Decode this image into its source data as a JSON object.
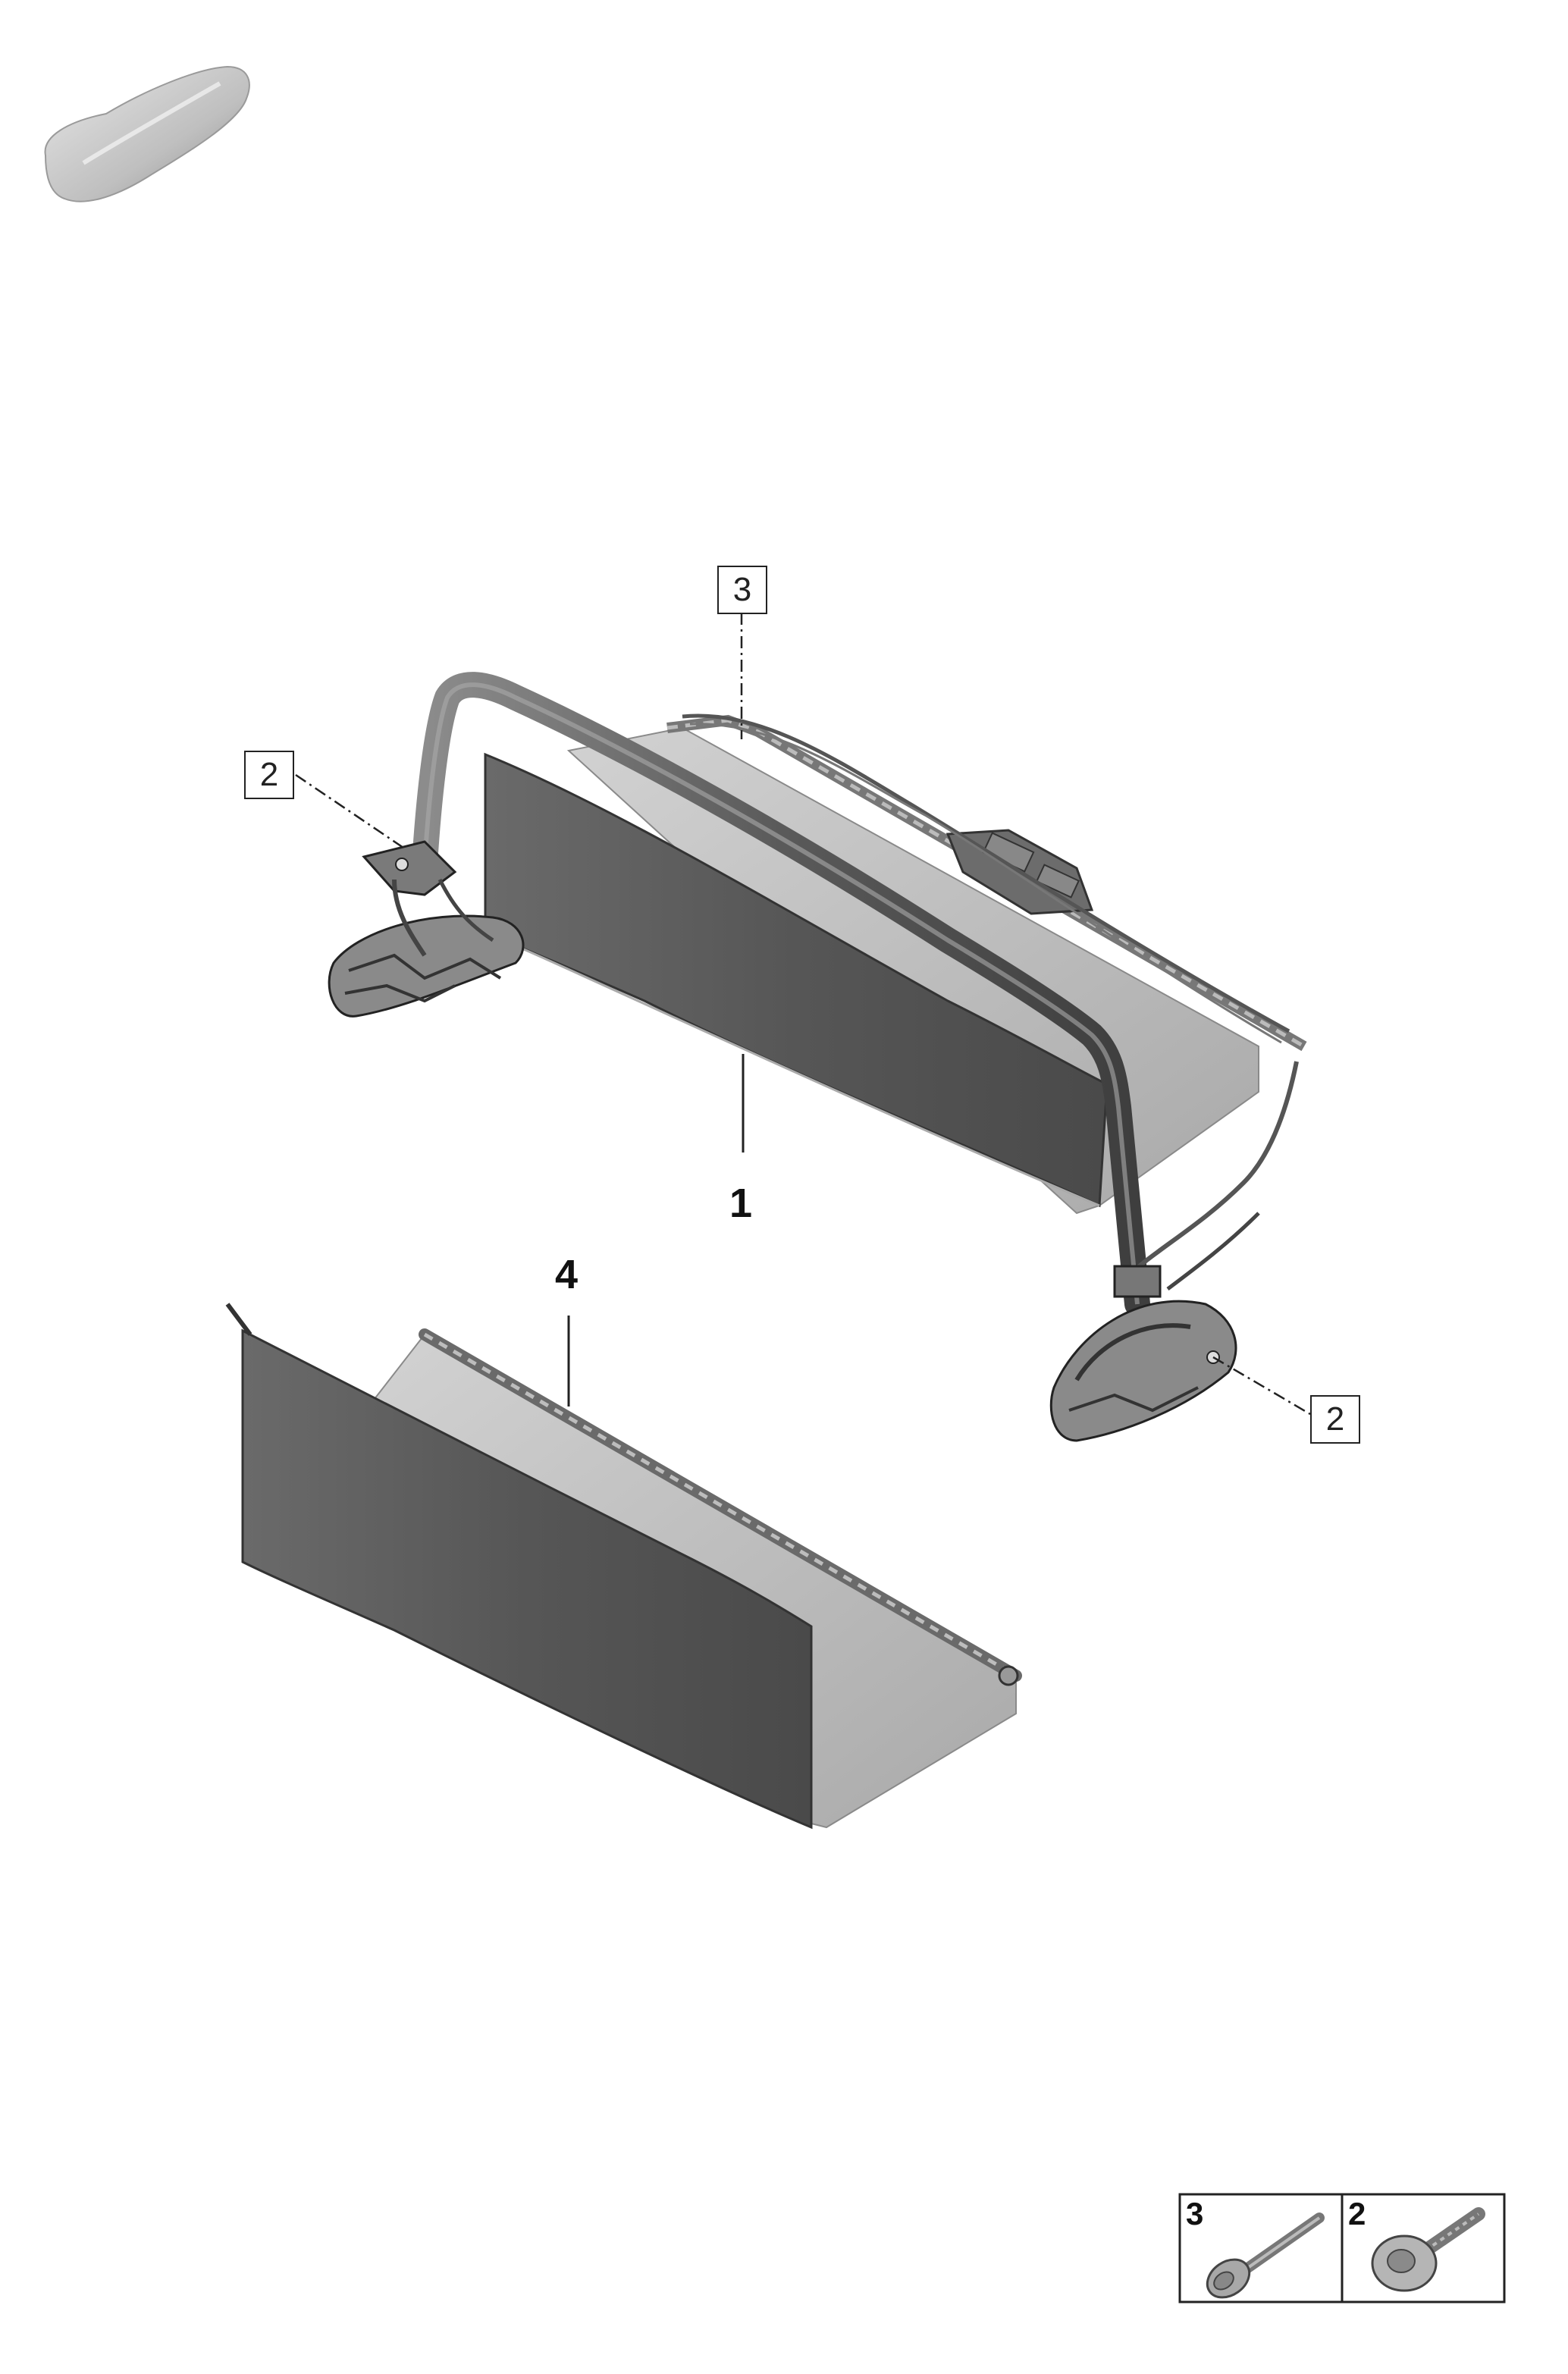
{
  "callouts": {
    "part1": "1",
    "part2_left": "2",
    "part2_right": "2",
    "part3": "3",
    "part4": "4"
  },
  "legend": {
    "item_a_number": "3",
    "item_b_number": "2"
  },
  "icons": {
    "car": "car-silhouette-icon",
    "bolt": "bolt-icon",
    "screw": "flange-screw-icon"
  },
  "colors": {
    "panel_dark": "#5e5e5e",
    "panel_light": "#bdbdbd",
    "line": "#222222"
  }
}
